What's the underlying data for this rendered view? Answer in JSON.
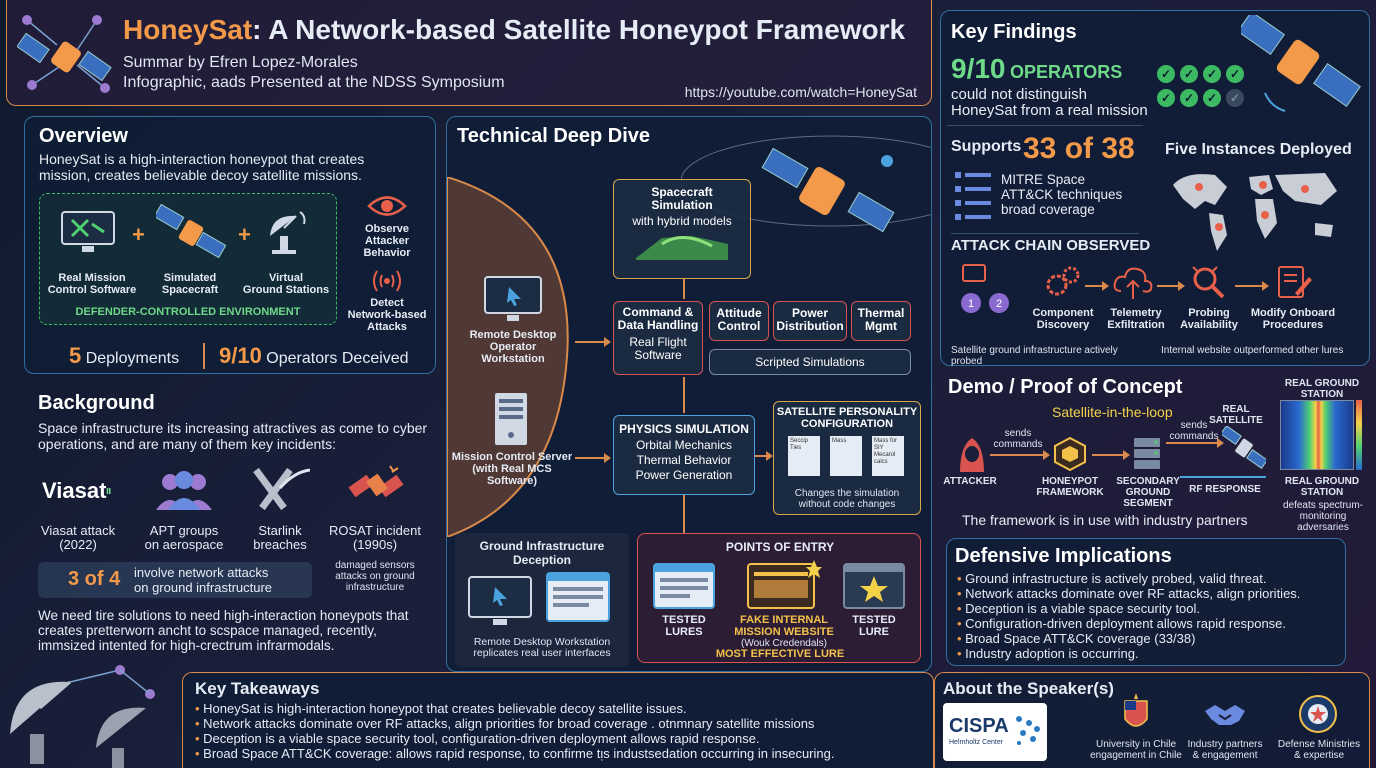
{
  "header": {
    "title_brand": "HoneySat",
    "title_rest": ": A Network-based Satellite Honeypot Framework",
    "line1": "Summar by Efren Lopez-Morales",
    "line2": "Infographic, aads Presented at the NDSS Symposium",
    "url": "https://youtube.com/watch=HoneySat"
  },
  "overview": {
    "title": "Overview",
    "desc": "HoneySat is a high-interaction honeypot that creates mission, creates believable decoy satellite missions.",
    "items": [
      "Real Mission\nControl Software",
      "Simulated\nSpacecraft",
      "Virtual\nGround Stations"
    ],
    "env_label": "DEFENDER-CONTROLLED ENVIRONMENT",
    "side1": "Observe\nAttacker\nBehavior",
    "side2": "Detect\nNetwork-based\nAttacks",
    "stat1_num": "5",
    "stat1_label": "Deployments",
    "stat2_num": "9/10",
    "stat2_label": "Operators Deceived"
  },
  "background": {
    "title": "Background",
    "desc": "Space infrastructure its increasing attractives as come to cyber operations, and are many of them key incidents:",
    "incidents": [
      {
        "label": "Viasat attack\n(2022)"
      },
      {
        "label": "APT groups\non aerospace"
      },
      {
        "label": "Starlink\nbreaches"
      },
      {
        "label": "ROSAT incident\n(1990s)"
      }
    ],
    "viasat_logo": "Viasat",
    "stat_num": "3 of 4",
    "stat_label": "involve network attacks\non ground infrastructure",
    "rosat_note": "damaged sensors\nattacks on ground\ninfrastructure",
    "conclusion": "We need tire solutions to need high-interaction honeypots that creates pretterworn ancht to scspace managed, recently, immsized intented for high-crectrum infrarmodals."
  },
  "deep_dive": {
    "title": "Technical Deep Dive",
    "remote_ws": "Remote Desktop\nOperator\nWorkstation",
    "mcs": "Mission Control Server\n(with Real MCS\nSoftware)",
    "spacecraft_sim_title": "Spacecraft\nSimulation",
    "spacecraft_sim_sub": "with hybrid models",
    "cdh_title": "Command &\nData Handling",
    "cdh_sub": "Real Flight\nSoftware",
    "attitude": "Attitude\nControl",
    "power": "Power\nDistribution",
    "thermal": "Thermal\nMgmt",
    "scripted": "Scripted Simulations",
    "physics_title": "PHYSICS SIMULATION",
    "physics_lines": [
      "Orbital Mechanics",
      "Thermal Behavior",
      "Power Generation"
    ],
    "personality_title": "SATELLITE PERSONALITY\nCONFIGURATION",
    "doc_labels": [
      "Seccip\nTies",
      "Mass",
      "Mass for\nSIY\nMecarol\ncalcs"
    ],
    "personality_note": "Changes the simulation\nwithout code changes",
    "gid_title": "Ground Infrastructure\nDeception",
    "gid_note": "Remote Desktop Workstation\nreplicates real user interfaces",
    "poe_title": "POINTS OF ENTRY",
    "poe_items": [
      "TESTED\nLURES",
      "FAKE INTERNAL\nMISSION WEBSITE",
      "TESTED\nLURE"
    ],
    "poe_weak": "(Wouk Credendals)",
    "poe_most": "MOST EFFECTIVE LURE"
  },
  "findings": {
    "title": "Key Findings",
    "op_num": "9/10",
    "op_label": "OPERATORS",
    "op_desc": "could not distinguish\nHoneySat from a real mission",
    "supports_label": "Supports",
    "supports_num": "33 of 38",
    "supports_desc": "MITRE Space\nATT&CK techniques\nbroad coverage",
    "five_instances": "Five Instances Deployed",
    "attack_chain_title": "ATTACK CHAIN OBSERVED",
    "chain": [
      "Component\nDiscovery",
      "Telemetry\nExfiltration",
      "Probing\nAvailability",
      "Modify Onboard\nProcedures"
    ],
    "note_left": "Satellite ground infrastructure actively probed",
    "note_right": "Internal website outperformed other lures"
  },
  "demo": {
    "title": "Demo / Proof of Concept",
    "subtitle": "Satellite-in-the-loop",
    "attacker": "ATTACKER",
    "sends1": "sends\ncommands",
    "framework": "HONEYPOT\nFRAMEWORK",
    "secondary": "SECONDARY\nGROUND\nSEGMENT",
    "sends2": "sends\ncommands",
    "real_sat": "REAL\nSATELLITE",
    "rf": "RF RESPONSE",
    "rgs_top": "REAL GROUND\nSTATION",
    "rgs_bottom": "REAL GROUND\nSTATION",
    "rgs_note": "defeats spectrum-\nmonitoring\nadversaries",
    "partners": "The framework is in use with industry partners"
  },
  "defensive": {
    "title": "Defensive Implications",
    "items": [
      "Ground infrastructure is actively probed, valid threat.",
      "Network attacks dominate over RF attacks, align priorities.",
      "Deception is a viable space security tool.",
      "Configuration-driven deployment allows rapid response.",
      "Broad Space ATT&CK coverage (33/38)",
      "Industry adoption is occurring."
    ]
  },
  "takeaways": {
    "title": "Key Takeaways",
    "items": [
      "HoneySat is high-interaction honeypot that creates believable decoy satellite issues.",
      "Network attacks dominate over RF attacks, align priorities for broad coverage . otnmnary satellite missions",
      "Deception is a viable space security tool, configuration-driven deployment allows rapid response.",
      "Broad Space ATT&CK coverage: allows rapid response, to confirme tᴉs industsedation occurring in insecuring."
    ]
  },
  "speaker": {
    "title": "About the Speaker(s)",
    "cispa": "CISPA",
    "cispa_sub": "Helmholtz Center",
    "aff": [
      "University in Chile\nengagement in Chile",
      "Industry partners\n& engagement",
      "Defense Ministries\n& expertise"
    ]
  },
  "colors": {
    "accent": "#f39a4a",
    "green": "#6fd98a",
    "blue_border": "#2f6f9f",
    "orange_border": "#d9894a"
  }
}
